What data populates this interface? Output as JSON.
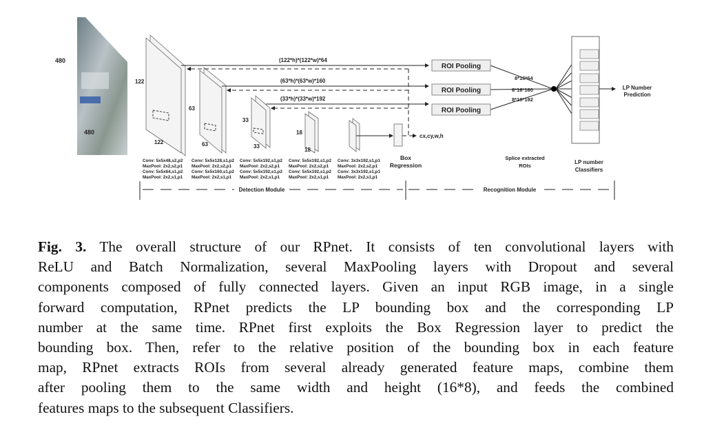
{
  "figure": {
    "input_size_h": "480",
    "input_size_w": "480",
    "layers": [
      {
        "h": "122",
        "w": "122"
      },
      {
        "h": "63",
        "w": "63"
      },
      {
        "h": "33",
        "w": "33"
      },
      {
        "h": "18",
        "w": "18"
      }
    ],
    "feature_labels": [
      "(122*h)*(122*w)*64",
      "(63*h)*(63*w)*160",
      "(33*h)*(33*w)*192"
    ],
    "roi_pooling_label": "ROI Pooling",
    "roi_dims": [
      "8*16*64",
      "8*16*160",
      "8*16*192"
    ],
    "bbox_output": "cx,cy,w,h",
    "box_regression": [
      "Box",
      "Regression"
    ],
    "splice": [
      "Splice extracted",
      "ROIs"
    ],
    "classifiers": [
      "LP number",
      "Classifiers"
    ],
    "prediction": [
      "LP Number",
      "Prediction"
    ],
    "layer_specs": [
      [
        "Conv: 5x5x48,s2,p2",
        "MaxPool: 2x2,s2,p1",
        "Conv: 5x5x64,s1,p2",
        "MaxPool: 2x2,s1,p1"
      ],
      [
        "Conv: 5x5x128,s1,p2",
        "MaxPool: 2x2,s2,p1",
        "Conv: 5x5x160,s1,p2",
        "MaxPool: 2x2,s1,p1"
      ],
      [
        "Conv: 5x5x192,s1,p2",
        "MaxPool: 2x2,s2,p1",
        "Conv: 5x5x192,s1,p2",
        "MaxPool: 2x2,s1,p1"
      ],
      [
        "Conv: 5x5x192,s1,p2",
        "MaxPool: 2x2,s2,p1",
        "Conv: 5x5x192,s1,p2",
        "MaxPool: 2x2,s1,p1"
      ],
      [
        "Conv: 3x3x192,s1,p1",
        "MaxPool: 2x2,s2,p1",
        "Conv: 3x3x192,s1,p1",
        "MaxPool: 2x2,s1,p1"
      ]
    ],
    "detection_module": "Detection Module",
    "recognition_module": "Recognition Module"
  },
  "caption": {
    "label": "Fig. 3.",
    "lines": [
      " The overall structure of our RPnet. It consists of ten convolutional layers with",
      "ReLU and Batch Normalization, several MaxPooling layers with Dropout and several",
      "components composed of fully connected layers. Given an input RGB image, in a single",
      "forward computation, RPnet predicts the LP bounding box and the corresponding LP",
      "number at the same time. RPnet first exploits the Box Regression layer to predict the",
      "bounding box. Then, refer to the relative position of the bounding box in each feature",
      "map, RPnet extracts ROIs from several already generated feature maps, combine them",
      "after pooling them to the same width and height (16*8), and feeds the combined",
      "features maps to the subsequent Classifiers."
    ]
  }
}
